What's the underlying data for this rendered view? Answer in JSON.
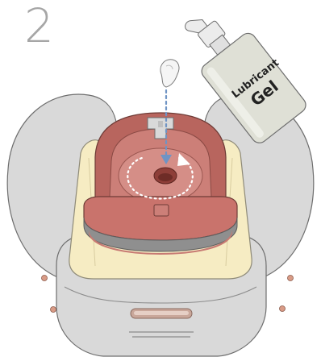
{
  "step": {
    "number": "2"
  },
  "bottle": {
    "label_line1": "Lubricant",
    "label_line2": "Gel"
  },
  "icons": {
    "drop": "gel-drop-icon",
    "flow_arrow": "dotted-down-arrow-icon",
    "rotate_arrow": "dotted-rotate-arrow-icon"
  },
  "colors": {
    "device_gray": "#d9d9d9",
    "device_outline": "#6e6e6e",
    "cradle_yellow": "#f6ecc3",
    "cup_pink": "#cc7f78",
    "cup_dark": "#b15f58",
    "bottle_body": "#dfe0d6",
    "arrow_blue": "#6f94c4",
    "step_gray": "#a6a6a6"
  }
}
